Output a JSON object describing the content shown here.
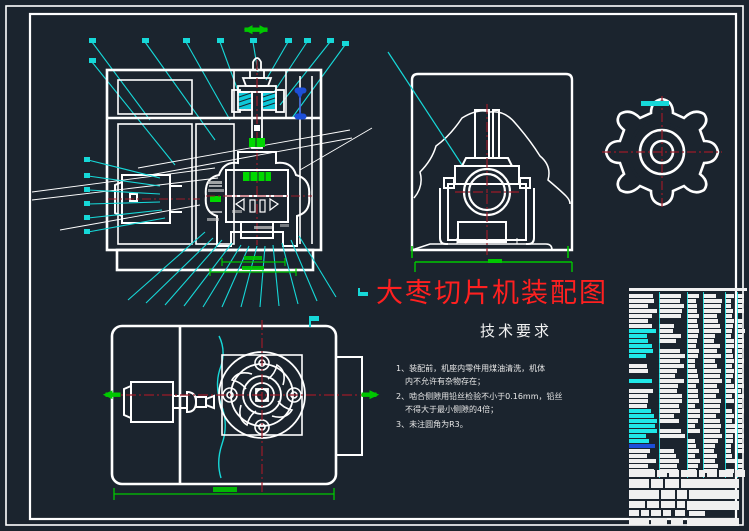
{
  "drawing": {
    "background_color": "#1b242e",
    "frame_color": "#ffffff",
    "title": "大枣切片机装配图",
    "title_color": "#ff2020",
    "tech_heading": "技术要求",
    "tech_heading_color": "#f2f2f2",
    "requirements": [
      {
        "num": "1、",
        "line1": "装配前，机座内零件用煤油清洗，机体",
        "line2": "内不允许有杂物存在；"
      },
      {
        "num": "2、",
        "line1": "啮合侧隙用铅丝检验不小于0.16mm，铅丝",
        "line2": "不得大于最小侧隙的4倍；"
      },
      {
        "num": "3、",
        "line1": "未注圆角为R3。",
        "line2": ""
      }
    ],
    "layer_colors": {
      "outline_white": "#ffffff",
      "leader_cyan": "#16d8d8",
      "centerline_red": "#9b1b28",
      "dimension_green": "#00c800",
      "gear_green": "#00d800",
      "arrow_blue": "#1d4fd8",
      "hatch_cyan": "#0fc8d8",
      "bom_cyan": "#1fe8e8",
      "bom_white": "#f0f0f0"
    },
    "views": [
      {
        "name": "main-assembly-section-view",
        "label": ""
      },
      {
        "name": "side-elevation-detail-view",
        "label": ""
      },
      {
        "name": "cutter-wheel-detail-view",
        "label": ""
      },
      {
        "name": "bottom-plan-view",
        "label": ""
      }
    ],
    "balloon_count_top": 10,
    "balloon_count_left": 6,
    "balloon_count_bottom": 12
  }
}
